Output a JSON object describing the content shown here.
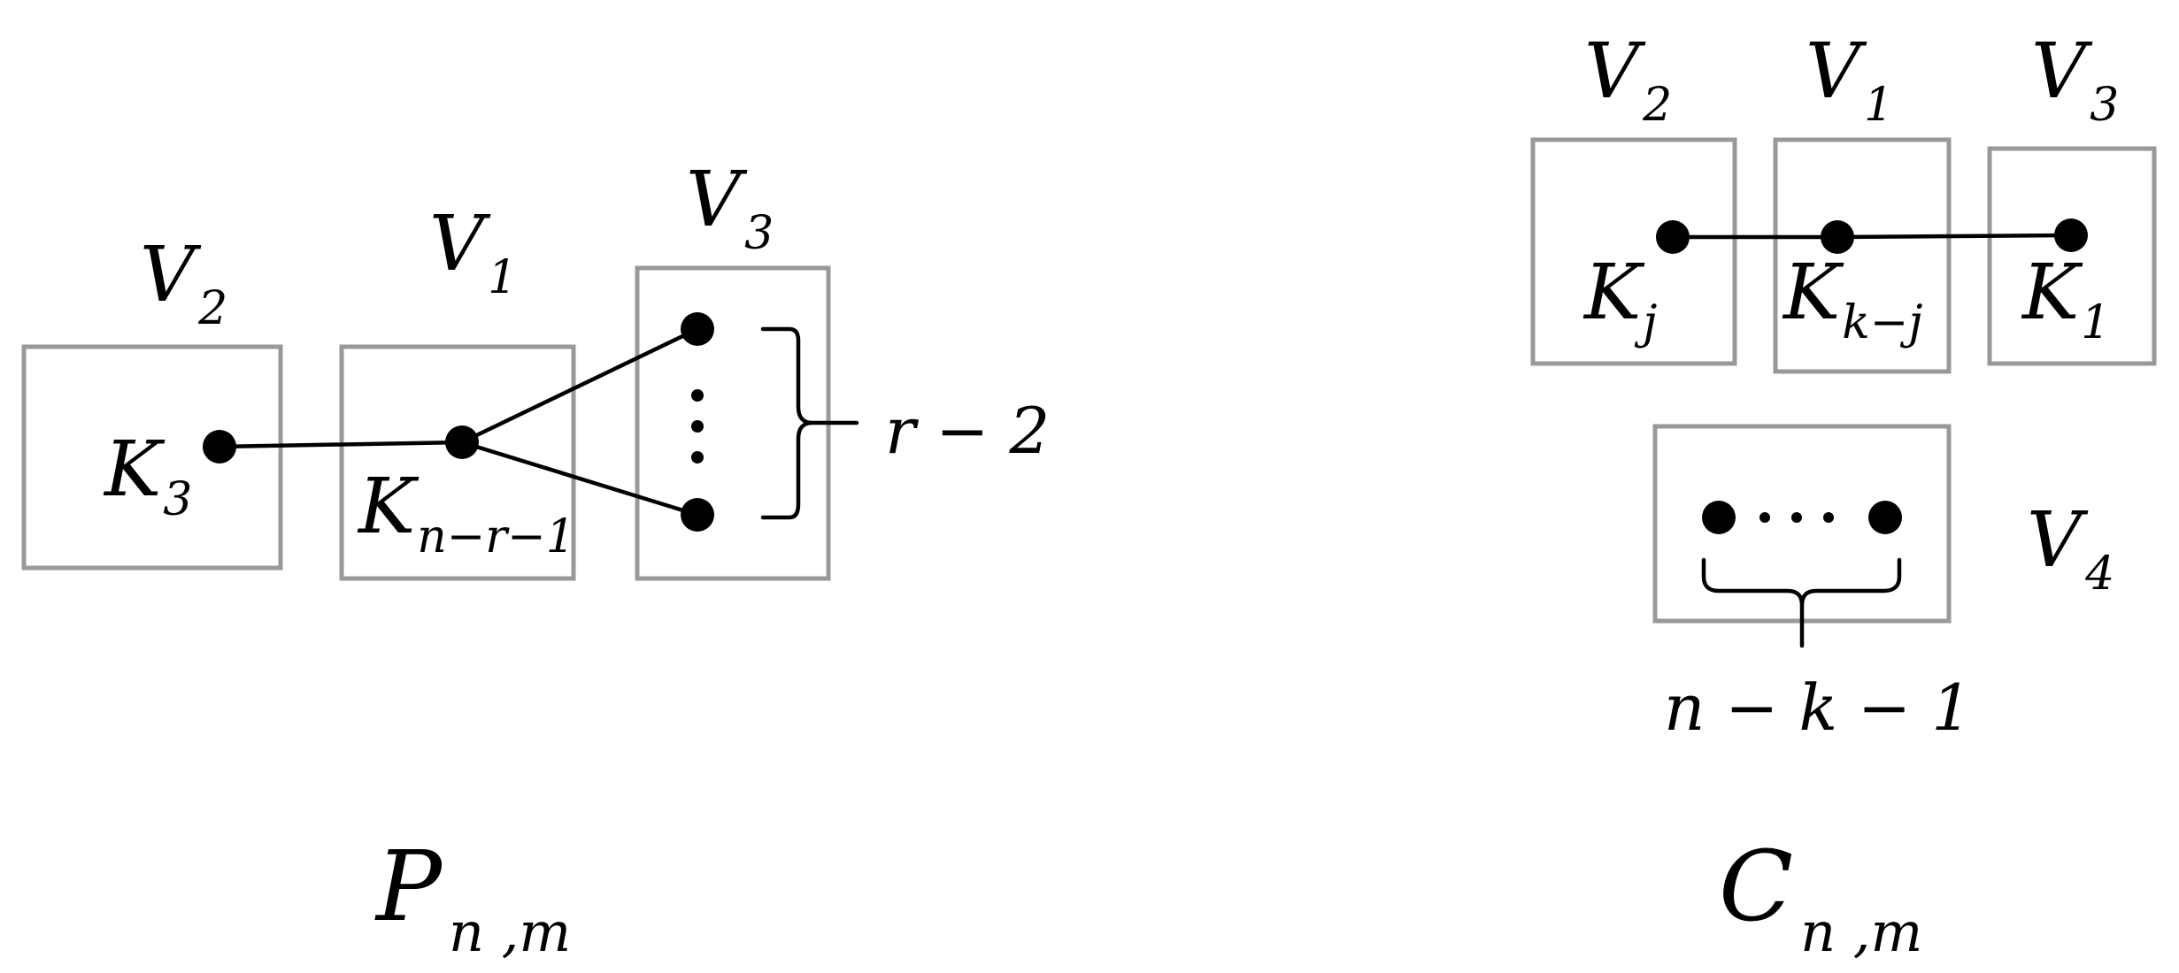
{
  "left_graph": {
    "title": "P",
    "title_sub": "n ,m",
    "parts": [
      {
        "label": "V",
        "label_sub": "2",
        "clique": "K",
        "clique_sub": "3"
      },
      {
        "label": "V",
        "label_sub": "1",
        "clique": "K",
        "clique_sub": "n−r−1"
      },
      {
        "label": "V",
        "label_sub": "3"
      }
    ],
    "brace_label": "r − 2"
  },
  "right_graph": {
    "title": "C",
    "title_sub": "n ,m",
    "parts": [
      {
        "label": "V",
        "label_sub": "2",
        "clique": "K",
        "clique_sub": "j"
      },
      {
        "label": "V",
        "label_sub": "1",
        "clique": "K",
        "clique_sub": "k−j"
      },
      {
        "label": "V",
        "label_sub": "3",
        "clique": "K",
        "clique_sub": "1"
      },
      {
        "label": "V",
        "label_sub": "4"
      }
    ],
    "brace_label": "n − k − 1"
  }
}
